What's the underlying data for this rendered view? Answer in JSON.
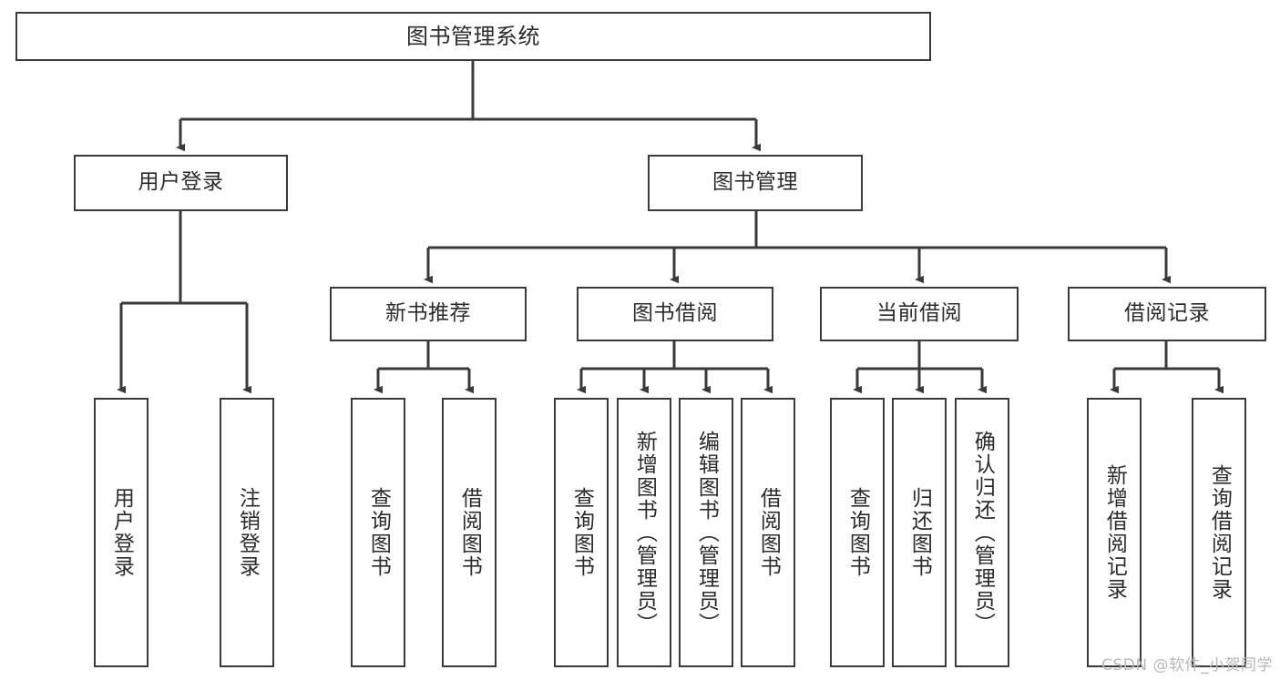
{
  "diagram": {
    "title": "图书管理系统",
    "type": "tree-hierarchy-diagram",
    "colors": {
      "box_border": "#3a3a3a",
      "box_fill": "#ffffff",
      "connector": "#3a3a3a",
      "text": "#2b2b2b",
      "background": "#ffffff",
      "watermark": "#b8b8b8"
    },
    "root": {
      "label": "图书管理系统"
    },
    "level2": [
      {
        "label": "用户登录"
      },
      {
        "label": "图书管理"
      }
    ],
    "level3": [
      {
        "label": "新书推荐"
      },
      {
        "label": "图书借阅"
      },
      {
        "label": "当前借阅"
      },
      {
        "label": "借阅记录"
      }
    ],
    "leaves": {
      "user_login": [
        {
          "label": "用户登录"
        },
        {
          "label": "注销登录"
        }
      ],
      "new_book_recommend": [
        {
          "label": "查询图书"
        },
        {
          "label": "借阅图书"
        }
      ],
      "book_borrow": [
        {
          "label": "查询图书"
        },
        {
          "label": "新增图书（管理员）"
        },
        {
          "label": "编辑图书（管理员）"
        },
        {
          "label": "借阅图书"
        }
      ],
      "current_borrow": [
        {
          "label": "查询图书"
        },
        {
          "label": "归还图书"
        },
        {
          "label": "确认归还（管理员）"
        }
      ],
      "borrow_record": [
        {
          "label": "新增借阅记录"
        },
        {
          "label": "查询借阅记录"
        }
      ]
    }
  },
  "watermark": {
    "text": "CSDN @软件_小贺同学"
  }
}
